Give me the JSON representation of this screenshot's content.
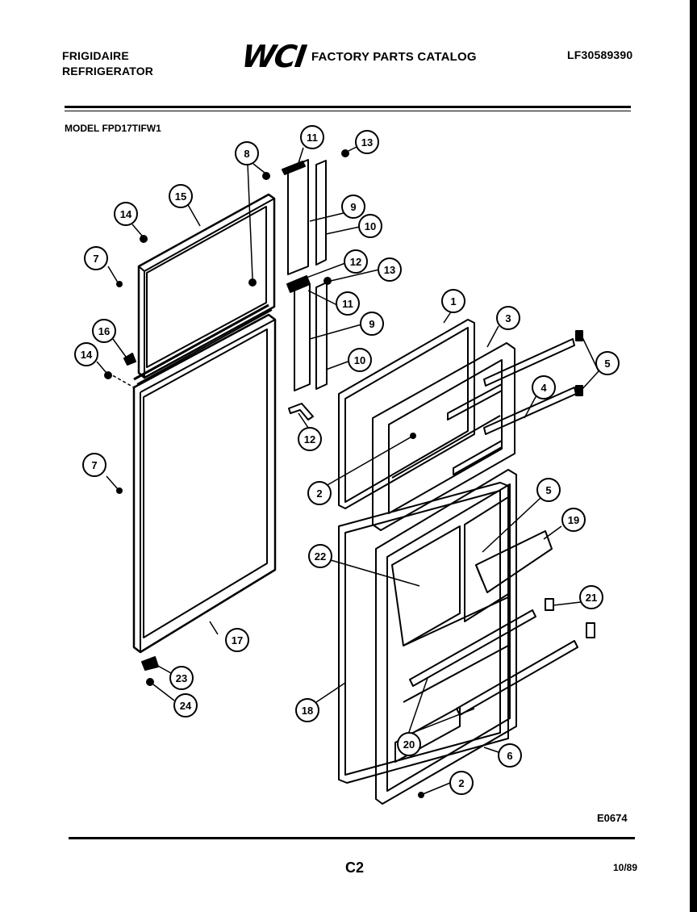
{
  "header": {
    "brand_line1": "FRIGIDAIRE",
    "brand_line2": "REFRIGERATOR",
    "logo": "WCI",
    "catalog_title": "FACTORY PARTS CATALOG",
    "part_number": "LF30589390"
  },
  "model": "MODEL FPD17TIFW1",
  "callouts": [
    "11",
    "13",
    "8",
    "15",
    "9",
    "10",
    "14",
    "7",
    "12",
    "13",
    "11",
    "1",
    "9",
    "16",
    "3",
    "14",
    "10",
    "5",
    "4",
    "7",
    "12",
    "2",
    "5",
    "19",
    "22",
    "21",
    "17",
    "23",
    "18",
    "24",
    "20",
    "6",
    "2"
  ],
  "footer": {
    "drawing_code": "E0674",
    "page": "C2",
    "date": "10/89"
  }
}
